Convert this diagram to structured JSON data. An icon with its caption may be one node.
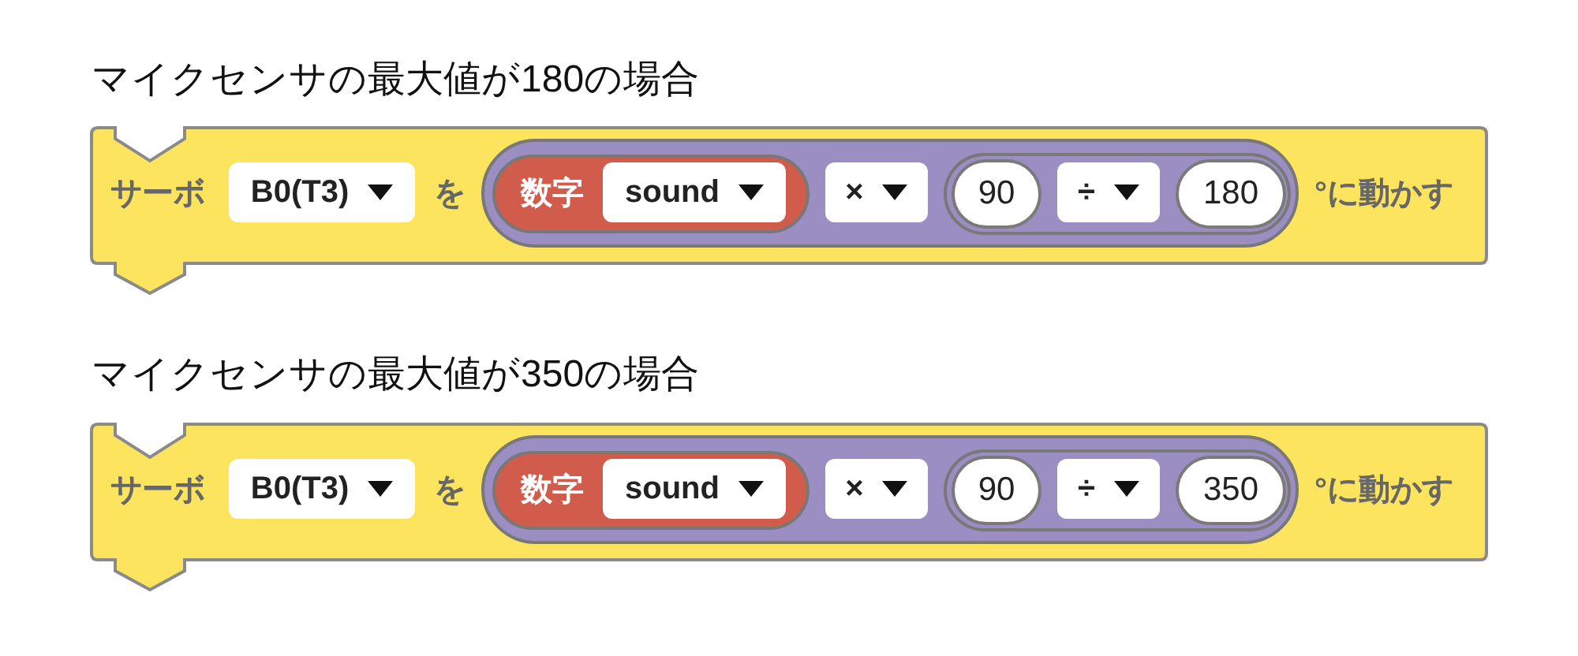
{
  "diagram": {
    "nodes": [
      {
        "text": [
          "サーボ",
          "を",
          "°に動かす"
        ]
      },
      {
        "text": [
          "B0(T3)"
        ],
        "in": 0
      },
      {
        "text": [],
        "shape": "pill",
        "in": 0
      },
      {
        "text": [
          "数字"
        ],
        "in": 2
      },
      {
        "text": [
          "sound"
        ],
        "in": 3
      },
      {
        "text": [
          "×"
        ],
        "in": 2
      },
      {
        "text": [],
        "shape": "pill",
        "in": 2
      },
      {
        "text": [
          "90"
        ],
        "in": 6
      },
      {
        "text": [
          "÷"
        ],
        "in": 6
      },
      {
        "text": [
          "180"
        ],
        "in": 6
      },
      {
        "text": [
          "サーボ",
          "を",
          "°に動かす"
        ]
      },
      {
        "text": [
          "B0(T3)"
        ],
        "in": 10
      },
      {
        "text": [],
        "shape": "pill",
        "in": 10
      },
      {
        "text": [
          "数字"
        ],
        "in": 12
      },
      {
        "text": [
          "sound"
        ],
        "in": 13
      },
      {
        "text": [
          "×"
        ],
        "in": 12
      },
      {
        "text": [],
        "shape": "pill",
        "in": 12
      },
      {
        "text": [
          "90"
        ],
        "in": 16
      },
      {
        "text": [
          "÷"
        ],
        "in": 16
      },
      {
        "text": [
          "350"
        ],
        "in": 16
      }
    ],
    "labels": [
      "マイクセンサの最大値が180の場合",
      "マイクセンサの最大値が350の場合"
    ]
  }
}
